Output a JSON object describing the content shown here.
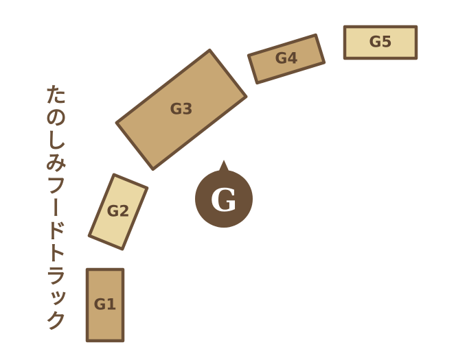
{
  "title": "たのしみフードトラック",
  "compass_letter": "G",
  "spots": [
    {
      "label": "G1",
      "tone": "dark"
    },
    {
      "label": "G2",
      "tone": "light"
    },
    {
      "label": "G3",
      "tone": "dark"
    },
    {
      "label": "G4",
      "tone": "dark"
    },
    {
      "label": "G5",
      "tone": "light"
    }
  ],
  "colors": {
    "outline": "#6b5038",
    "fill_dark": "#c8a774",
    "fill_light": "#ead8a4",
    "spot_text": "#5e4530",
    "title_text": "#6b5038",
    "marker": "#6b5038",
    "marker_text": "#ffffff"
  }
}
